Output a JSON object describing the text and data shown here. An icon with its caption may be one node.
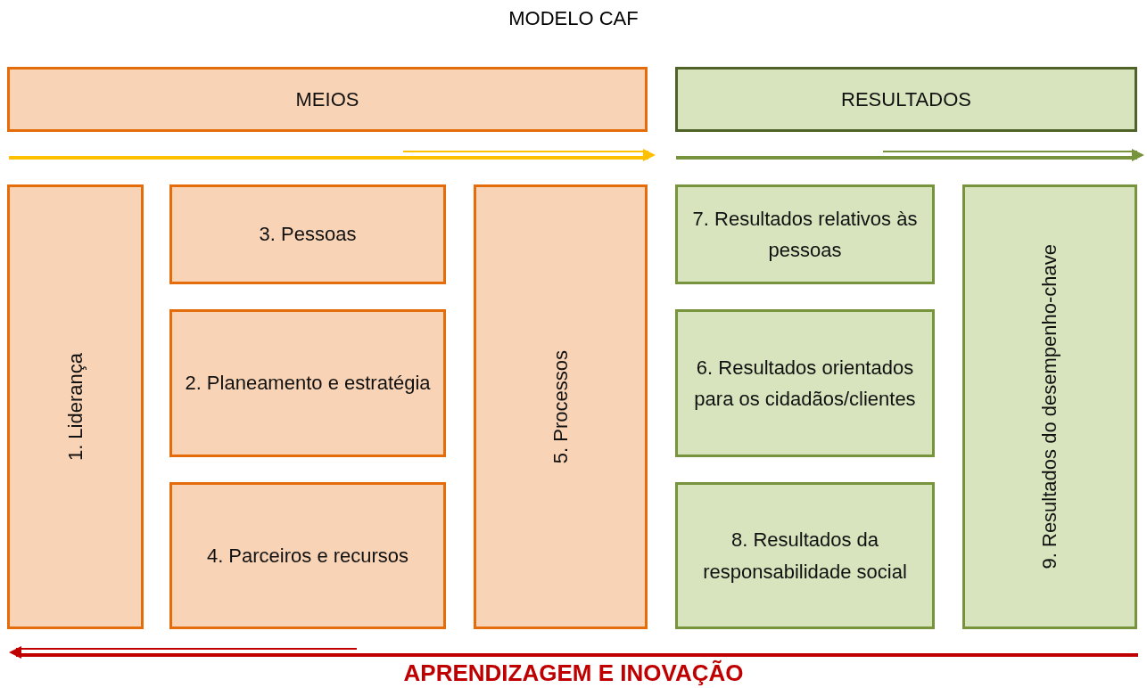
{
  "diagram": {
    "title": "MODELO CAF",
    "nodes": [
      {
        "text": [
          "MEIOS"
        ]
      },
      {
        "text": [
          "RESULTADOS"
        ]
      },
      {
        "text": [
          "1. Liderança"
        ]
      },
      {
        "text": [
          "3. Pessoas"
        ]
      },
      {
        "text": [
          "2. Planeamento e estratégia"
        ]
      },
      {
        "text": [
          "4. Parceiros e recursos"
        ]
      },
      {
        "text": [
          "5. Processos"
        ]
      },
      {
        "text": [
          "7. Resultados relativos às pessoas"
        ]
      },
      {
        "text": [
          "6. Resultados orientados para os cidadãos/clientes"
        ]
      },
      {
        "text": [
          "8. Resultados da responsabilidade social"
        ]
      },
      {
        "text": [
          "9. Resultados do desempenho-chave"
        ]
      }
    ],
    "labels": [
      "APRENDIZAGEM E INOVAÇÃO"
    ]
  }
}
